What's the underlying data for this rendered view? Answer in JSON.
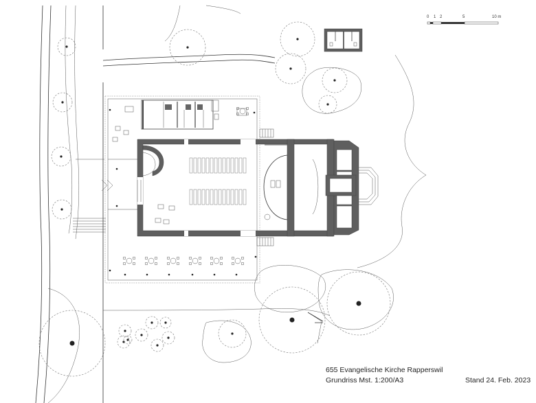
{
  "title_block": {
    "project": "655 Evangelische Kirche Rapperswil",
    "drawing": "Grundriss Mst. 1:200/A3",
    "status": "Stand 24. Feb. 2023"
  },
  "scale_bar": {
    "ticks": [
      "0",
      "1",
      "2",
      "5",
      "10 m"
    ]
  },
  "colors": {
    "wall": "#5f5f5f",
    "line": "#333333",
    "dashed": "#777777",
    "fill_dark": "#777777"
  }
}
